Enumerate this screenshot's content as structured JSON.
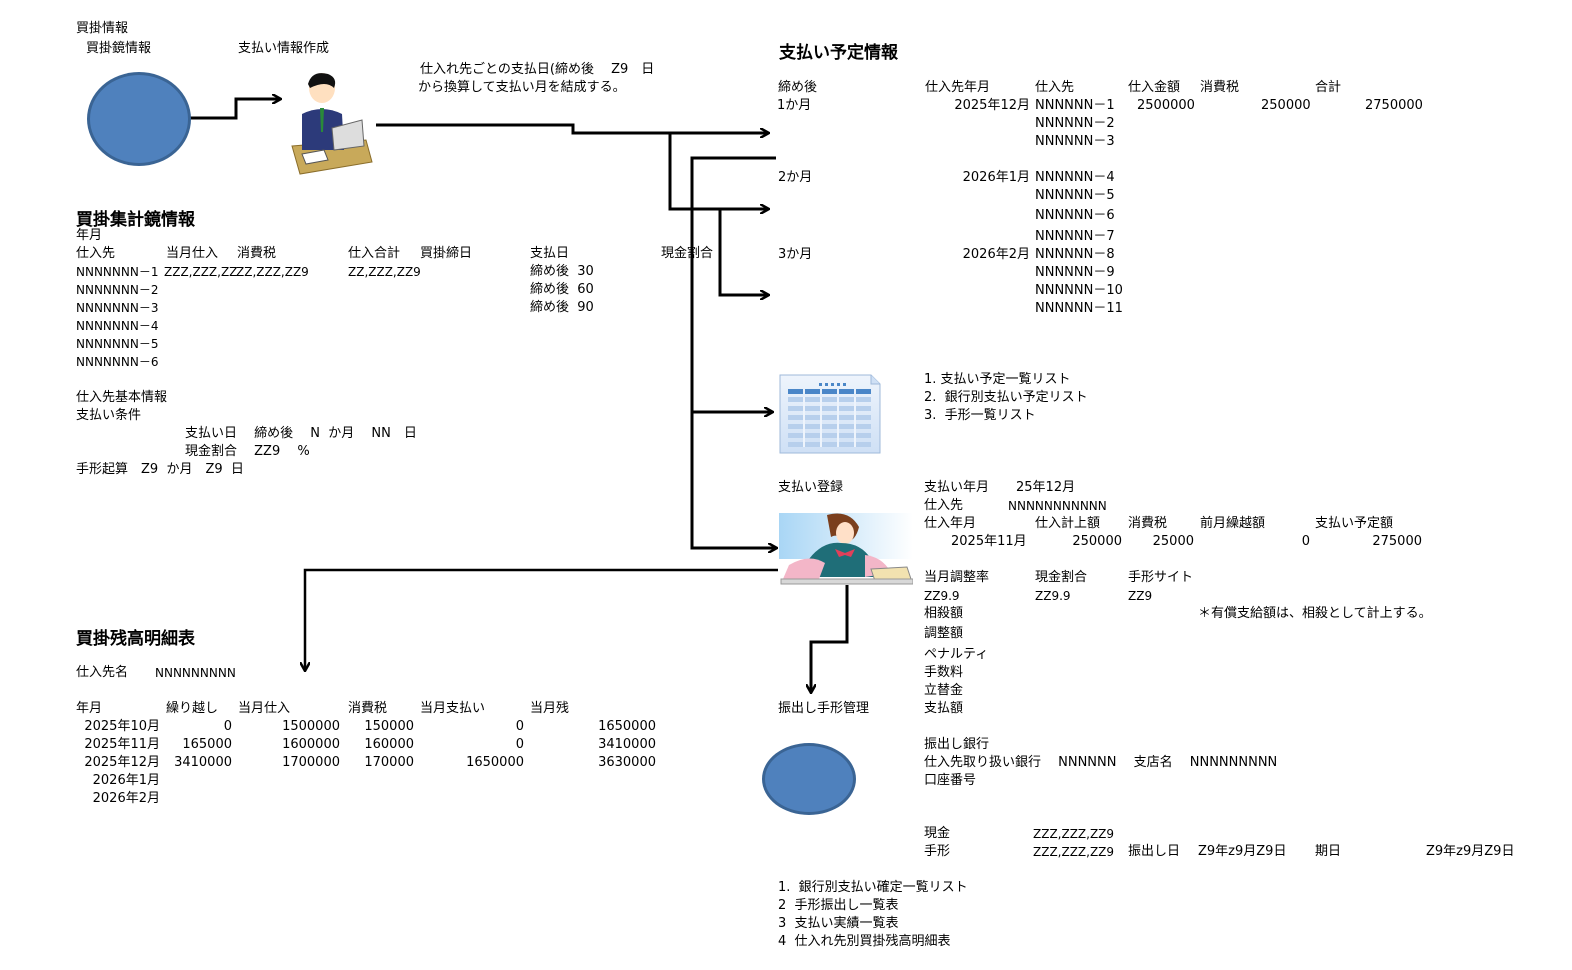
{
  "source": {
    "section_label": "買掛情報",
    "node_label": "買掛鏡情報"
  },
  "creation": {
    "label": "支払い情報作成",
    "note_line1": "仕入れ先ごとの支払日(締め後　 Z9　日",
    "note_line2": "から換算して支払い月を結成する。"
  },
  "summary": {
    "title": "買掛集計鏡情報",
    "year_month": "年月",
    "headers": [
      "仕入先",
      "当月仕入",
      "消費税",
      "仕入合計",
      "買掛締日",
      "支払日",
      "現金割合"
    ],
    "rows": [
      {
        "vendor": "NNNNNNN－1",
        "purchase": "ZZZ,ZZZ,ZZ",
        "tax": "ZZ,ZZZ,ZZ9",
        "total": "ZZ,ZZZ,ZZ9",
        "payday": "締め後  30"
      },
      {
        "vendor": "NNNNNNN－2",
        "payday": "締め後  60"
      },
      {
        "vendor": "NNNNNNN－3",
        "payday": "締め後  90"
      },
      {
        "vendor": "NNNNNNN－4"
      },
      {
        "vendor": "NNNNNNN－5"
      },
      {
        "vendor": "NNNNNNN－6"
      }
    ]
  },
  "vendor_master": {
    "title": "仕入先基本情報",
    "terms": "支払い条件",
    "payday_line": "支払い日　 締め後　 N  か月　 NN　日",
    "cash_ratio_line": "現金割合　 ZZ9　 %",
    "bill_line": "手形起算　Z9  か月　Z9  日"
  },
  "schedule": {
    "title": "支払い予定情報",
    "headers": [
      "締め後",
      "仕入先年月",
      "仕入先",
      "仕入金額",
      "消費税",
      "合計"
    ],
    "groups": [
      {
        "term": "1か月",
        "year_month": "2025年12月",
        "vendors": [
          "NNNNNN－1",
          "NNNNNN－2",
          "NNNNNN－3"
        ],
        "amount": "2500000",
        "tax": "250000",
        "total": "2750000"
      },
      {
        "term": "2か月",
        "year_month": "2026年1月",
        "vendors": [
          "NNNNNN－4",
          "NNNNNN－5",
          "NNNNNN－6",
          "NNNNNN－7"
        ]
      },
      {
        "term": "3か月",
        "year_month": "2026年2月",
        "vendors": [
          "NNNNNN－8",
          "NNNNNN－9",
          "NNNNNN－10",
          "NNNNNN－11"
        ]
      }
    ]
  },
  "reports1": {
    "icon": "spreadsheet-icon",
    "items": [
      "1. 支払い予定一覧リスト",
      "2.  銀行別支払い予定リスト",
      "3.  手形一覧リスト"
    ]
  },
  "registration": {
    "label": "支払い登録",
    "pay_month_label": "支払い年月",
    "pay_month": "25年12月",
    "vendor_label": "仕入先",
    "vendor": "NNNNNNNNNNN",
    "headers": [
      "仕入年月",
      "仕入計上額",
      "消費税",
      "前月繰越額",
      "支払い予定額"
    ],
    "row": [
      "2025年11月",
      "250000",
      "25000",
      "0",
      "275000"
    ],
    "rate_headers": [
      "当月調整率",
      "現金割合",
      "手形サイト"
    ],
    "rate_values": [
      "ZZ9.9",
      "ZZ9.9",
      "ZZ9"
    ],
    "items": [
      "相殺額",
      "調整額",
      "ペナルティ",
      "手数料",
      "立替金",
      "支払額"
    ],
    "note": "＊有償支給額は、相殺として計上する。"
  },
  "bank": {
    "title": "振出し銀行",
    "line": "仕入先取り扱い銀行　 NNNNNN　 支店名　 NNNNNNNNN",
    "account": "口座番号",
    "cash_label": "現金",
    "cash_value": "ZZZ,ZZZ,ZZ9",
    "bill_label": "手形",
    "bill_value": "ZZZ,ZZZ,ZZ9",
    "issue_label": "振出し日",
    "issue_value": "Z9年z9月Z9日",
    "due_label": "期日",
    "due_value": "Z9年z9月Z9日"
  },
  "bill_mgmt": {
    "label": "振出し手形管理"
  },
  "reports2": {
    "items": [
      "1.  銀行別支払い確定一覧リスト",
      "2  手形振出し一覧表",
      "3  支払い実績一覧表",
      "4  仕入れ先別買掛残高明細表"
    ]
  },
  "balance": {
    "title": "買掛残高明細表",
    "vendor_label": "仕入先名",
    "vendor": "NNNNNNNNN",
    "headers": [
      "年月",
      "繰り越し",
      "当月仕入",
      "消費税",
      "当月支払い",
      "当月残"
    ],
    "rows": [
      [
        "2025年10月",
        "0",
        "1500000",
        "150000",
        "0",
        "1650000"
      ],
      [
        "2025年11月",
        "165000",
        "1600000",
        "160000",
        "0",
        "3410000"
      ],
      [
        "2025年12月",
        "3410000",
        "1700000",
        "170000",
        "1650000",
        "3630000"
      ],
      [
        "2026年1月",
        "",
        "",
        "",
        "",
        ""
      ],
      [
        "2026年2月",
        "",
        "",
        "",
        "",
        ""
      ]
    ]
  },
  "colors": {
    "node_fill": "#4f81bd",
    "node_border": "#3a6494",
    "line": "#000000"
  }
}
